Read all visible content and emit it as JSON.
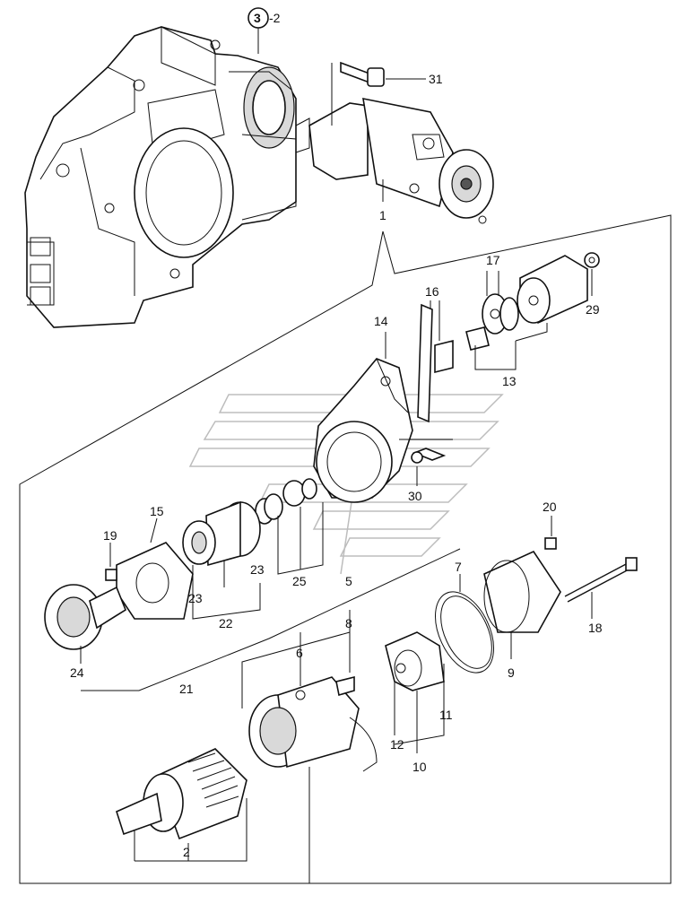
{
  "ref_callout": {
    "circle": "3",
    "suffix": "-2"
  },
  "labels": {
    "l1": "1",
    "l2": "2",
    "l5": "5",
    "l6": "6",
    "l7": "7",
    "l8": "8",
    "l9": "9",
    "l10": "10",
    "l11": "11",
    "l12": "12",
    "l13": "13",
    "l14": "14",
    "l15": "15",
    "l16": "16",
    "l17": "17",
    "l18": "18",
    "l19": "19",
    "l20": "20",
    "l21": "21",
    "l22": "22",
    "l23a": "23",
    "l23b": "23",
    "l24": "24",
    "l25": "25",
    "l29": "29",
    "l30": "30",
    "l31": "31"
  }
}
